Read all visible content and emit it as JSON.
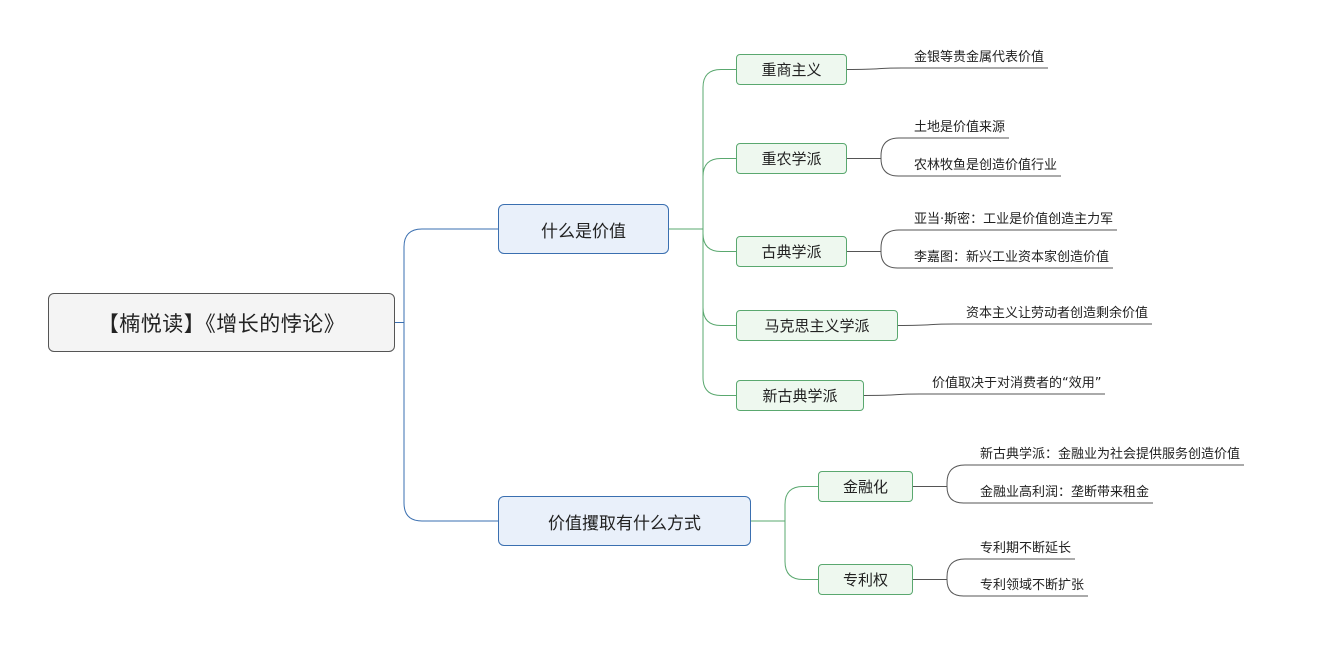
{
  "root": {
    "label": "【楠悦读】《增长的悖论》"
  },
  "branch1": {
    "label": "什么是价值",
    "children": [
      {
        "label": "重商主义",
        "leaves": [
          "金银等贵金属代表价值"
        ]
      },
      {
        "label": "重农学派",
        "leaves": [
          "土地是价值来源",
          "农林牧鱼是创造价值行业"
        ]
      },
      {
        "label": "古典学派",
        "leaves": [
          "亚当·斯密：工业是价值创造主力军",
          "李嘉图：新兴工业资本家创造价值"
        ]
      },
      {
        "label": "马克思主义学派",
        "leaves": [
          "资本主义让劳动者创造剩余价值"
        ]
      },
      {
        "label": "新古典学派",
        "leaves": [
          "价值取决于对消费者的“效用”"
        ]
      }
    ]
  },
  "branch2": {
    "label": "价值攫取有什么方式",
    "children": [
      {
        "label": "金融化",
        "leaves": [
          "新古典学派：金融业为社会提供服务创造价值",
          "金融业高利润：垄断带来租金"
        ]
      },
      {
        "label": "专利权",
        "leaves": [
          "专利期不断延长",
          "专利领域不断扩张"
        ]
      }
    ]
  },
  "colors": {
    "root_line": "#555555",
    "branch_line": "#3a6fb0",
    "leaf_line": "#5aa86f"
  }
}
